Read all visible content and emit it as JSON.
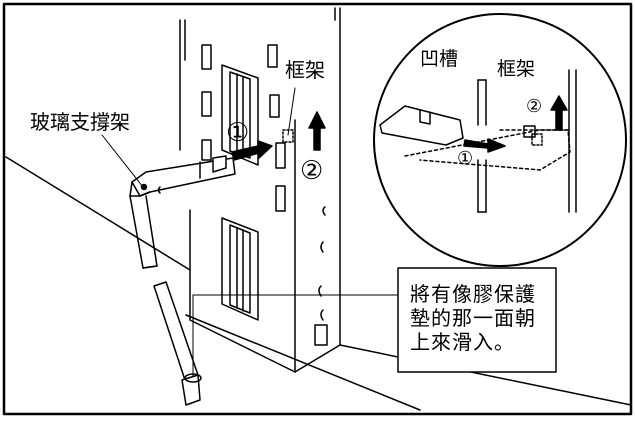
{
  "labels": {
    "glass_support": "玻璃支撐架",
    "frame_main": "框架",
    "frame_zoom": "框架",
    "groove": "凹槽",
    "step1_main": "①",
    "step2_main": "②",
    "step1_zoom": "①",
    "step2_zoom": "②"
  },
  "note": {
    "line1": "將有像膠保護",
    "line2": "墊的那一面朝",
    "line3": "上來滑入。"
  },
  "colors": {
    "line": "#000000",
    "background": "#ffffff",
    "arrow": "#000000"
  }
}
